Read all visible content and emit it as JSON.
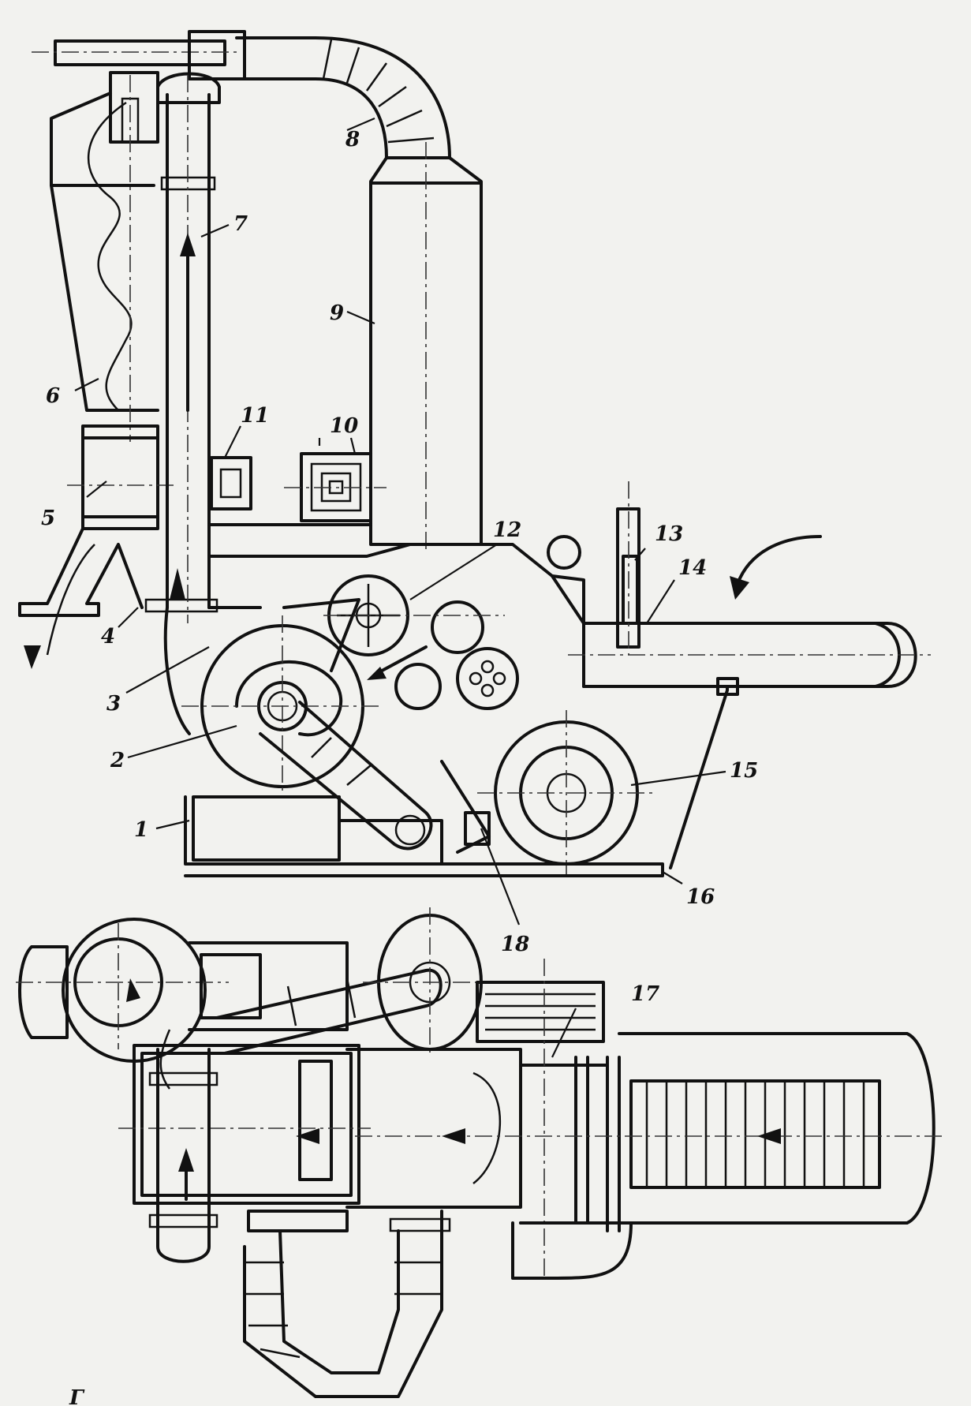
{
  "labels": {
    "l1": "1",
    "l2": "2",
    "l3": "3",
    "l4": "4",
    "l5": "5",
    "l6": "6",
    "l7": "7",
    "l8": "8",
    "l9": "9",
    "l10": "10",
    "l11": "11",
    "l12": "12",
    "l13": "13",
    "l14": "14",
    "l15": "15",
    "l16": "16",
    "l17": "17",
    "l18": "18"
  },
  "colors": {
    "ink": "#111111",
    "paper": "#f2f2ef"
  },
  "footer_mark": "Г"
}
